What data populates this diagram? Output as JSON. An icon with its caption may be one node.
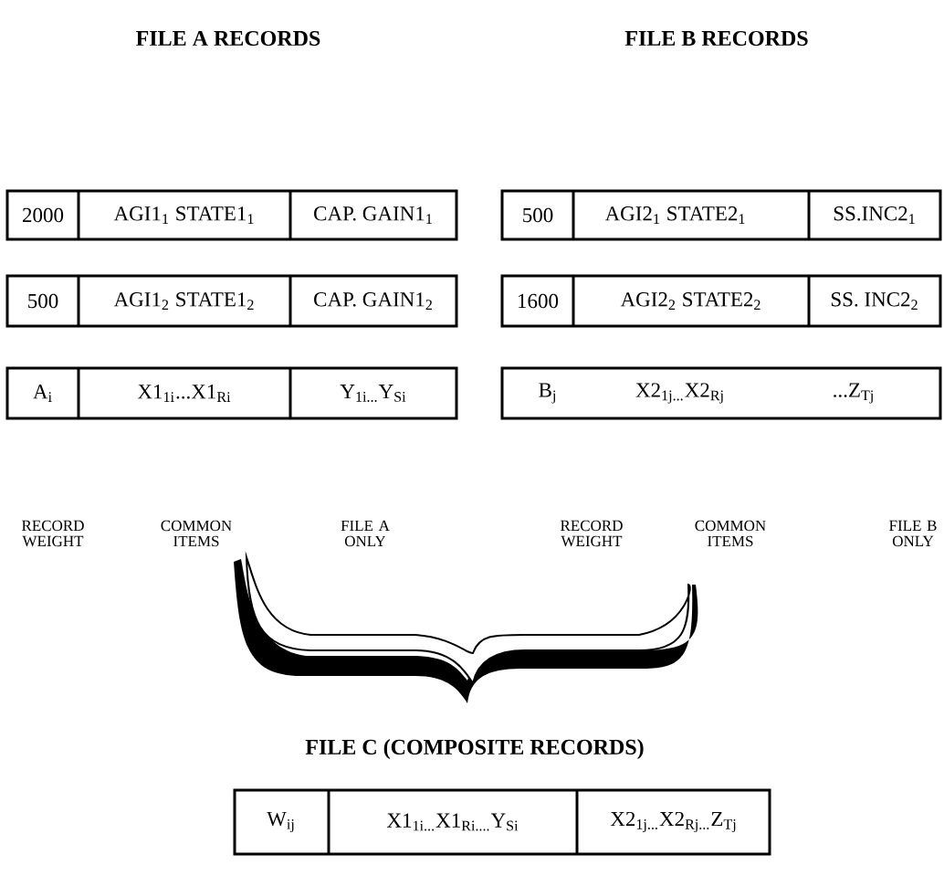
{
  "diagram": {
    "nodes": [
      {
        "text": [
          "2000",
          "AGI1$_{1}$ STATE1$_{1}$",
          "CAP. GAIN1$_{1}$"
        ]
      },
      {
        "text": [
          "500",
          "AGI1$_{2}$ STATE1$_{2}$",
          "CAP. GAIN1$_{2}$"
        ]
      },
      {
        "text": [
          "A$_{i}$",
          "X1$_{1i}$...X1$_{Ri}$",
          "Y$_{1i...}$Y$_{Si}$"
        ]
      },
      {
        "text": [
          "500",
          "AGI2$_{1}$ STATE2$_{1}$",
          "SS.INC2$_{1}$"
        ]
      },
      {
        "text": [
          "1600",
          "AGI2$_{2}$ STATE2$_{2}$",
          "SS. INC2$_{2}$"
        ]
      },
      {
        "text": [
          "B$_{j}$",
          "X2$_{1j...}$X2$_{Rj}$",
          "...Z$_{Tj}$"
        ]
      },
      {
        "text": [
          "W$_{ij}$",
          "X1$_{1i...}$X1$_{Ri....}$Y$_{Si}$",
          "X2$_{1j...}$X2$_{Rj...}$Z$_{Tj}$"
        ]
      }
    ],
    "labels": [
      "FILE A RECORDS",
      "FILE B RECORDS",
      "RECORD WEIGHT",
      "COMMON ITEMS",
      "FILE A ONLY",
      "RECORD WEIGHT",
      "COMMON ITEMS",
      "FILE B ONLY",
      "FILE C (COMPOSITE RECORDS)"
    ]
  }
}
